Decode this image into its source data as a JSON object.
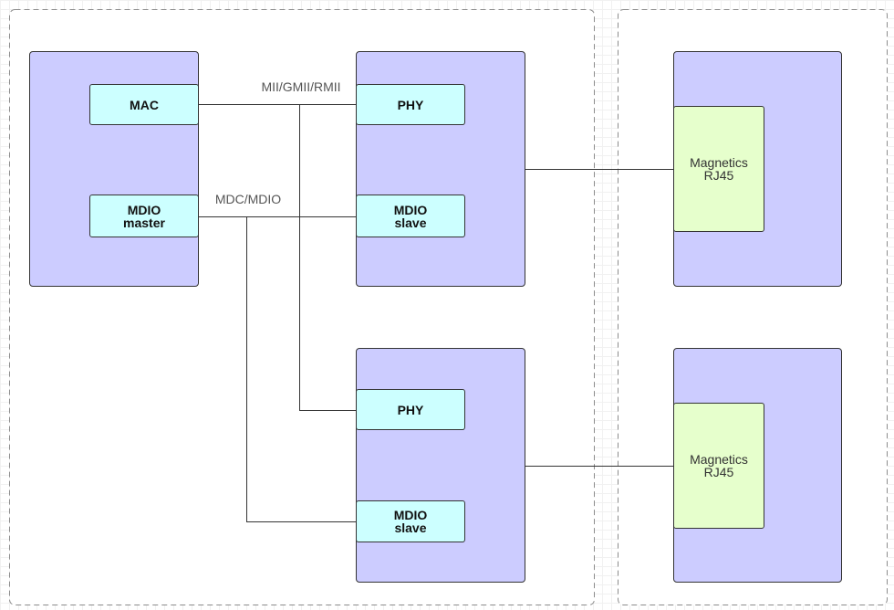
{
  "colors": {
    "canvas_bg": "#ffffff",
    "grid_line": "#f1f1f1",
    "group_border": "#8c8c8c",
    "group_fill": "#ffffff",
    "device_fill": "#ccccff",
    "port_fill": "#ccffff",
    "magnetics_fill": "#e6ffcc",
    "stroke": "#333333",
    "edge_label": "#555555",
    "port_text": "#111111",
    "magnetics_text": "#333333"
  },
  "edges": {
    "data_bus_label": "MII/GMII/RMII",
    "management_bus_label": "MDC/MDIO"
  },
  "mac_device": {
    "mac_label": "MAC",
    "mdio_master": [
      "MDIO",
      "master"
    ]
  },
  "phy_devices": [
    {
      "phy_label": "PHY",
      "mdio_slave": [
        "MDIO",
        "slave"
      ]
    },
    {
      "phy_label": "PHY",
      "mdio_slave": [
        "MDIO",
        "slave"
      ]
    }
  ],
  "line_side": [
    {
      "magnetics": [
        "Magnetics",
        "RJ45"
      ]
    },
    {
      "magnetics": [
        "Magnetics",
        "RJ45"
      ]
    }
  ]
}
